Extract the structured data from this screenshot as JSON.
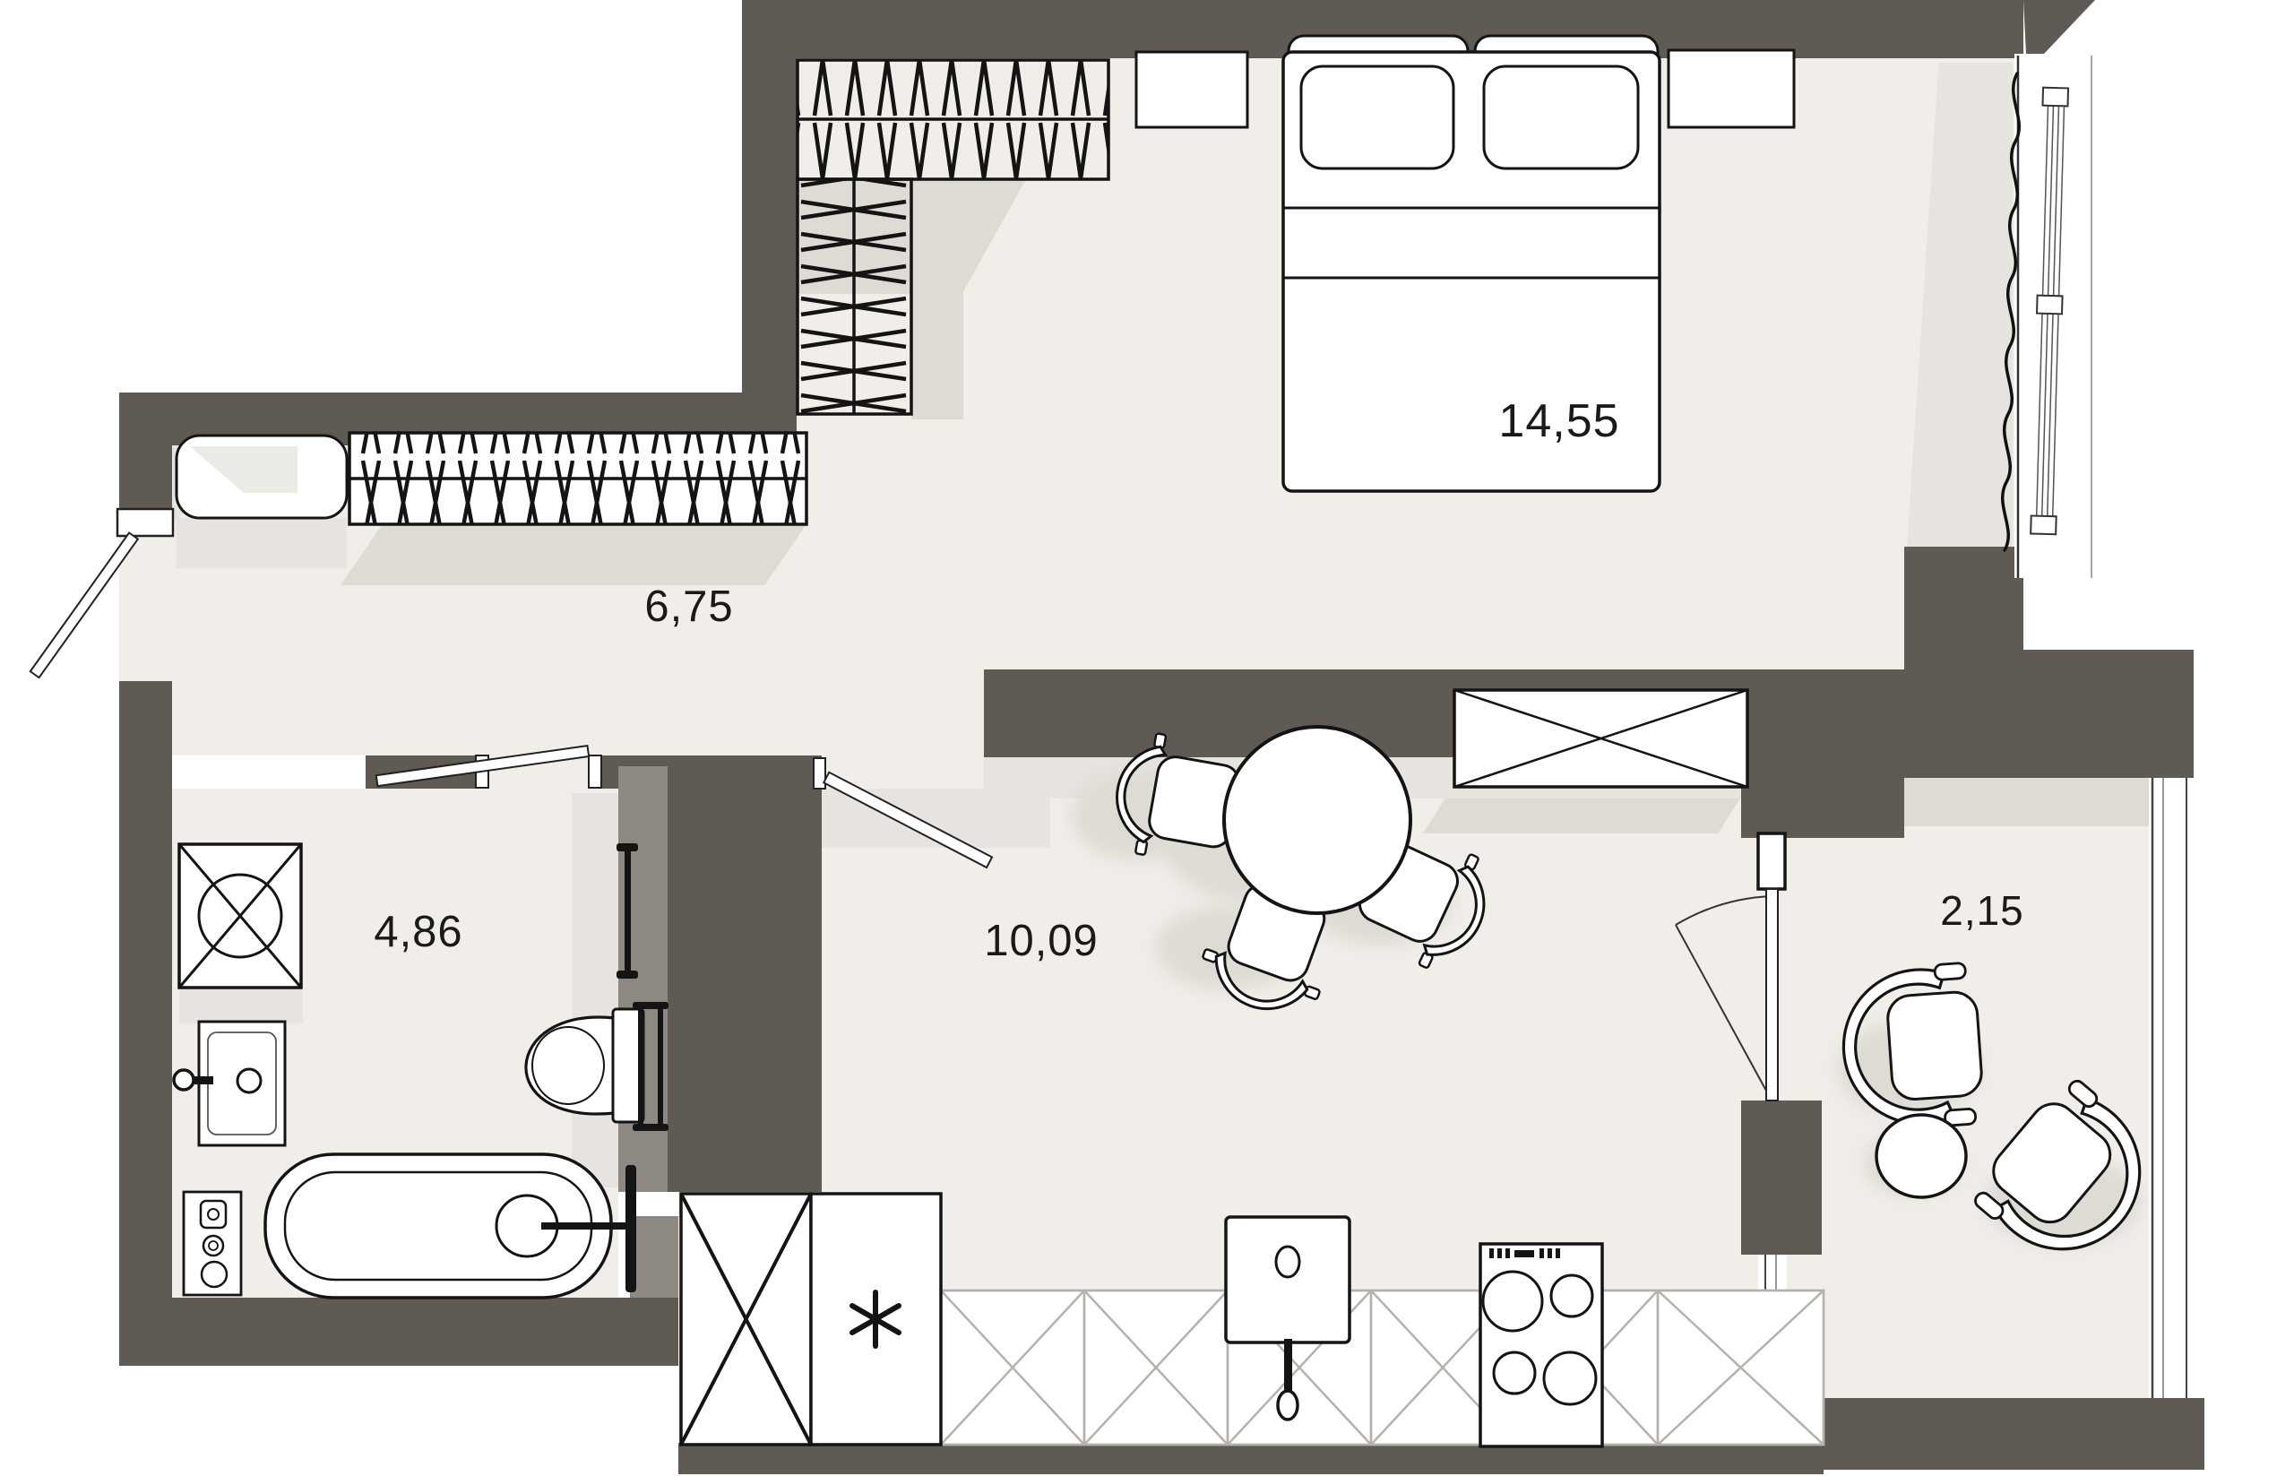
{
  "title": "Apartment floor plan",
  "units_hint": "area values as shown on plan",
  "rooms": [
    {
      "id": "bedroom",
      "area_label": "14,55"
    },
    {
      "id": "hallway",
      "area_label": "6,75"
    },
    {
      "id": "bathroom",
      "area_label": "4,86"
    },
    {
      "id": "living-kitchen",
      "area_label": "10,09"
    },
    {
      "id": "balcony",
      "area_label": "2,15"
    }
  ],
  "furniture": {
    "bedroom": [
      "double-bed",
      "pillows",
      "wardrobe-l-shaped",
      "small-cabinet",
      "nightstand",
      "curtain",
      "window"
    ],
    "hallway": [
      "bench",
      "wardrobe-with-hanging-rail",
      "entrance-door"
    ],
    "bathroom": [
      "washing-machine",
      "sink",
      "toilet",
      "towel-rail",
      "towel-rack",
      "bathtub",
      "water-heater-panel",
      "door"
    ],
    "living-kitchen": [
      "round-dining-table",
      "chair",
      "chair",
      "chair",
      "sideboard-crossed",
      "fridge-crossed",
      "freezer-asterisk",
      "kitchen-counter-hatched",
      "kitchen-sink",
      "hob-4-burners",
      "door-to-hall",
      "balcony-door"
    ],
    "balcony": [
      "armchair",
      "armchair",
      "coffee-table",
      "glazing"
    ]
  },
  "colors": {
    "bg": "#ffffff",
    "wall": "#5f5b54",
    "wall_light": "#8d8982",
    "floor": "#f1eee9",
    "shadow": "#dedbd5",
    "shadow2": "#e7e4df",
    "line": "#141414",
    "hatch_soft": "#b5b2ac"
  }
}
